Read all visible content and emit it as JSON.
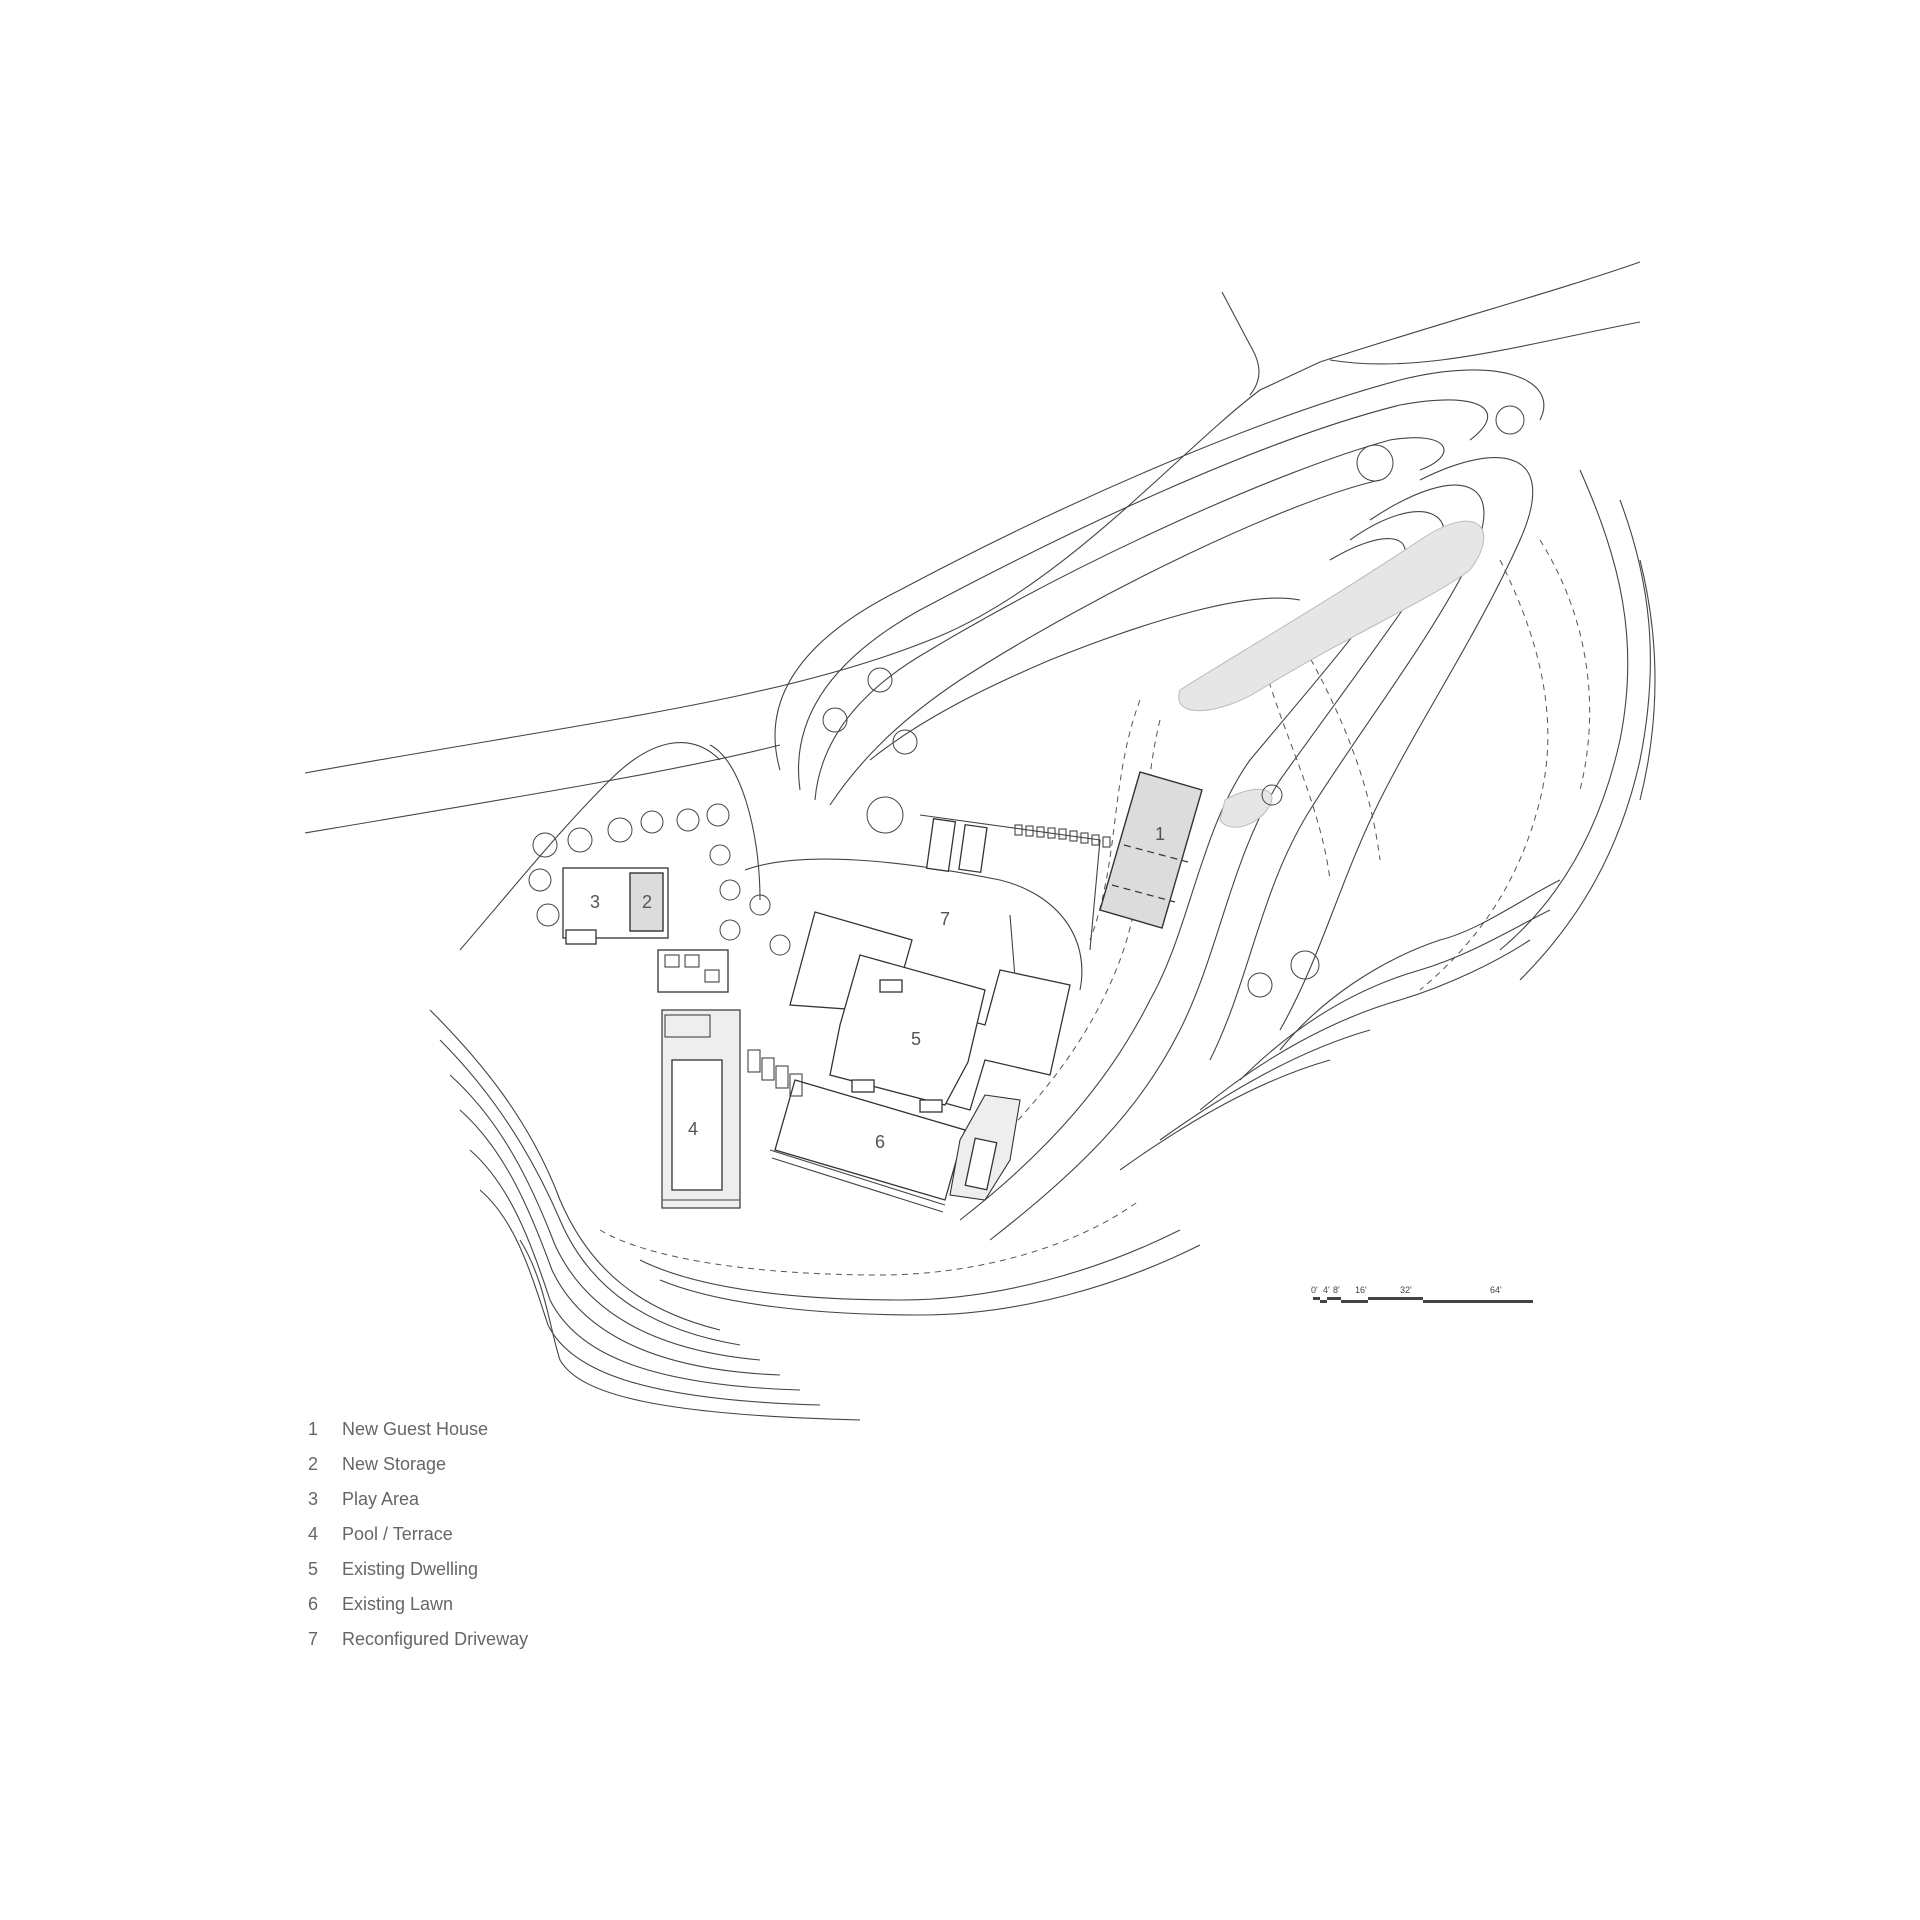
{
  "map_labels": [
    "1",
    "2",
    "3",
    "4",
    "5",
    "6",
    "7"
  ],
  "scale_bar": {
    "ticks": [
      "0'",
      "4'",
      "8'",
      "16'",
      "32'",
      "64'"
    ]
  },
  "legend": [
    {
      "num": "1",
      "label": "New Guest House"
    },
    {
      "num": "2",
      "label": "New Storage"
    },
    {
      "num": "3",
      "label": "Play Area"
    },
    {
      "num": "4",
      "label": "Pool / Terrace"
    },
    {
      "num": "5",
      "label": "Existing Dwelling"
    },
    {
      "num": "6",
      "label": "Existing Lawn"
    },
    {
      "num": "7",
      "label": "Reconfigured Driveway"
    }
  ],
  "colors": {
    "line": "#444444",
    "fill_new": "#dcdcdc",
    "text": "#555555"
  }
}
